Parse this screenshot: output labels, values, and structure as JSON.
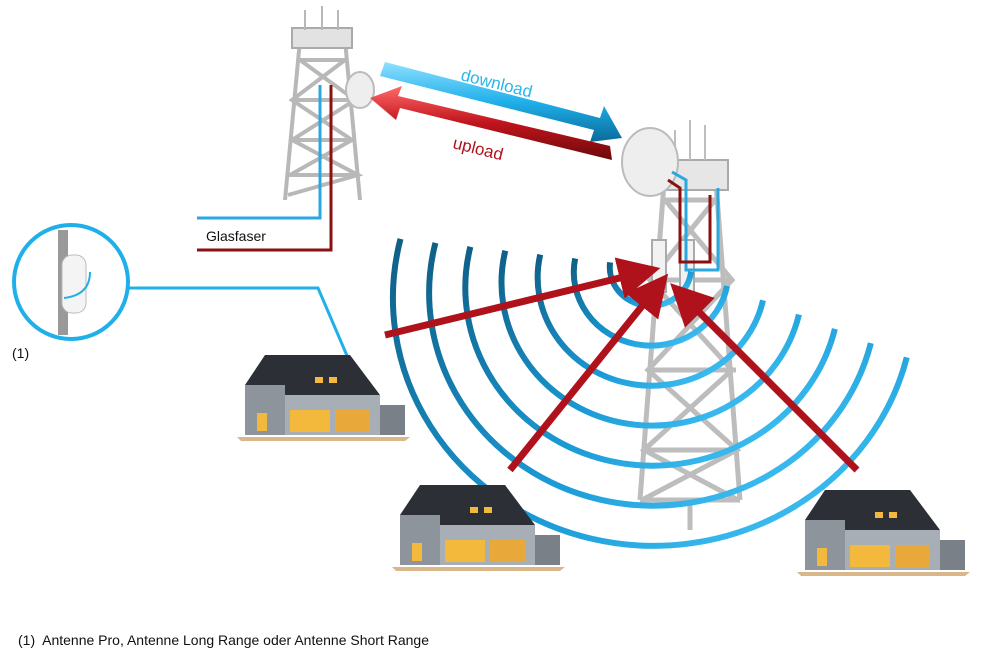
{
  "labels": {
    "download": "download",
    "upload": "upload",
    "fiber": "Glasfaser",
    "callout_marker": "(1)"
  },
  "footnote": "(1)  Antenne Pro, Antenne Long Range oder Antenne Short Range",
  "colors": {
    "download": "#29b6ea",
    "upload": "#b0121b",
    "fiber_blue": "#29a8e0",
    "fiber_red": "#8b1010",
    "wave": "#1a9ad6",
    "tower": "#c9c9c9"
  },
  "icons": [
    "tower-icon",
    "dish-antenna-icon",
    "house-icon",
    "radio-wave-icon",
    "antenna-callout-icon"
  ]
}
